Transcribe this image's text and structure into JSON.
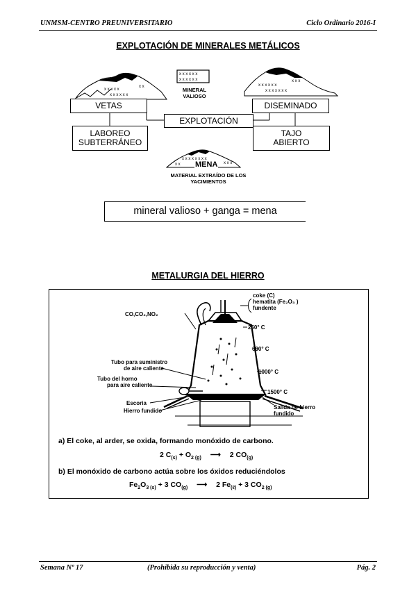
{
  "header": {
    "left": "UNMSM-CENTRO PREUNIVERSITARIO",
    "right": "Ciclo Ordinario 2016-I"
  },
  "section1": {
    "title": "EXPLOTACIÓN DE MINERALES METÁLICOS",
    "mineral_valioso": "MINERAL VALIOSO",
    "vetas": "VETAS",
    "diseminado": "DISEMINADO",
    "explotacion": "EXPLOTACIÓN",
    "laboreo": "LABOREO SUBTERRÁNEO",
    "tajo": "TAJO ABIERTO",
    "mena": "MENA",
    "material": "MATERIAL EXTRAÍDO DE LOS YACIMIENTOS",
    "formula": "mineral valioso + ganga = mena"
  },
  "section2": {
    "title": "METALURGIA DEL HIERRO",
    "labels": {
      "coke": "coke (C)",
      "hematita": "hematita (Fe₂O₃ )",
      "fundente": "fundente",
      "gases": "CO,CO₂,NO₂",
      "t250": "250° C",
      "t600": "600° C",
      "t1000": "1000° C",
      "t1500": "1500° C",
      "tubo_sum_1": "Tubo para suministro",
      "tubo_sum_2": "de aire caliente",
      "tubo_horno_1": "Tubo del horno",
      "tubo_horno_2": "para aire caliente",
      "escoria": "Escoria",
      "hierro_fundido": "Hierro fundido",
      "salida_1": "Salida de hierro",
      "salida_2": "fundido"
    },
    "text_a": "a) El coke, al arder, se oxida, formando monóxido de carbono.",
    "eq_a": {
      "c1": "2 C",
      "s1": "(s)",
      "p1": "+ O",
      "s2": "2 (g)",
      "arrow": "⟶",
      "r1": "2 CO",
      "s3": "(g)"
    },
    "text_b": "b) El monóxido de carbono actúa sobre los óxidos reduciéndolos",
    "eq_b": {
      "c1": "Fe",
      "s1": "2",
      "c2": "O",
      "s2": "3 (s)",
      "p1": "+ 3 CO",
      "s3": "(g)",
      "arrow": "⟶",
      "r1": "2 Fe",
      "s4": "(ℓ)",
      "r2": "+ 3 CO",
      "s5": "2 (g)"
    }
  },
  "footer": {
    "left": "Semana Nº 17",
    "center": "(Prohibida su reproducción y venta)",
    "right": "Pág. 2"
  }
}
